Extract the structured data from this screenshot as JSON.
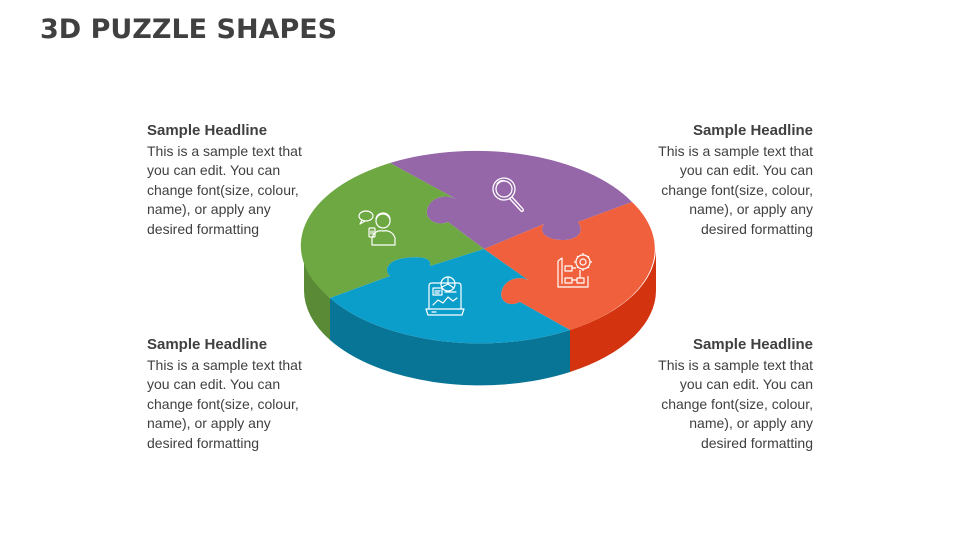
{
  "slide": {
    "title": "3D PUZZLE SHAPES"
  },
  "blocks": [
    {
      "position": "top-left",
      "headline": "Sample Headline",
      "lines": [
        "This is a sample text that",
        "you can edit. You can",
        "change font(size, colour,",
        "name), or apply any",
        "desired formatting"
      ]
    },
    {
      "position": "top-right",
      "headline": "Sample Headline",
      "lines": [
        "This is a sample text that",
        "you can edit. You can",
        "change font(size, colour,",
        "name), or apply any",
        "desired formatting"
      ]
    },
    {
      "position": "bottom-left",
      "headline": "Sample Headline",
      "lines": [
        "This is a sample text that",
        "you can edit. You can",
        "change font(size, colour,",
        "name), or apply any",
        "desired formatting"
      ]
    },
    {
      "position": "bottom-right",
      "headline": "Sample Headline",
      "lines": [
        "This is a sample text that",
        "you can edit. You can",
        "change font(size, colour,",
        "name), or apply any",
        "desired formatting"
      ]
    }
  ],
  "puzzle": {
    "pieces": [
      {
        "name": "green",
        "icon": "customer-support-icon",
        "top_color": "#6EA842",
        "side_color": "#5A8A35"
      },
      {
        "name": "purple",
        "icon": "magnifier-icon",
        "top_color": "#9566A8",
        "side_color": "#7A4F8C"
      },
      {
        "name": "orange",
        "icon": "workflow-gear-icon",
        "top_color": "#F0603C",
        "side_color": "#D3340F"
      },
      {
        "name": "blue",
        "icon": "laptop-analytics-icon",
        "top_color": "#0C9ECB",
        "side_color": "#087596"
      }
    ]
  },
  "colors": {
    "text": "#404040",
    "background": "#FFFFFF"
  }
}
